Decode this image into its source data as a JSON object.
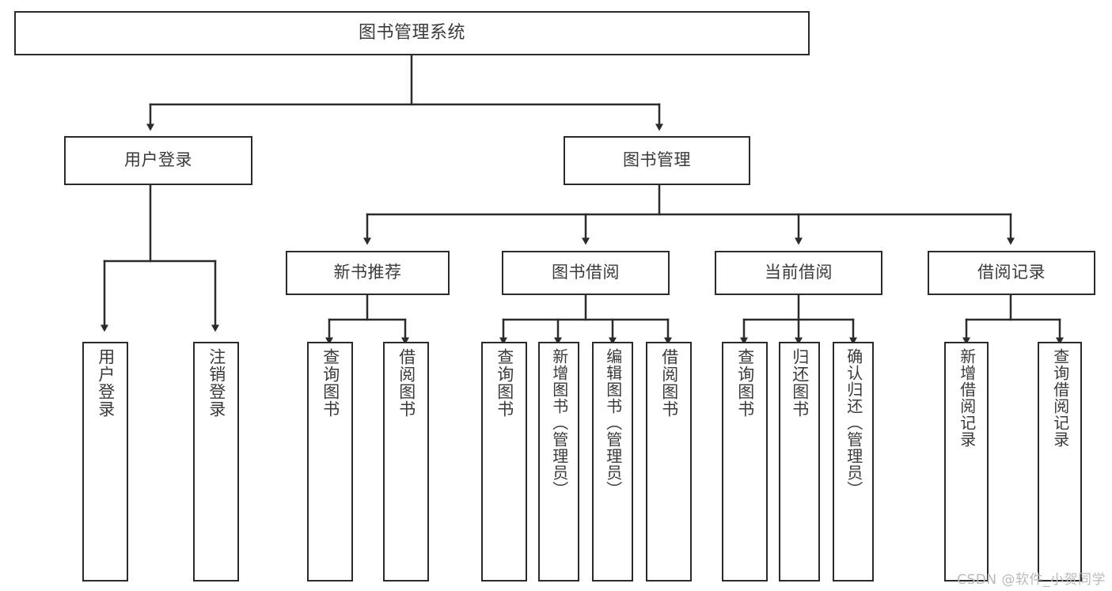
{
  "diagram": {
    "title": "图书管理系统",
    "type": "tree-hierarchy-chart",
    "line_color": "#2b2b2b",
    "box_fill": "#ffffff",
    "text_color": "#3a3a3a"
  },
  "nodes": {
    "root": {
      "label": "图书管理系统"
    },
    "level2": [
      {
        "label": "用户登录"
      },
      {
        "label": "图书管理"
      }
    ],
    "level3": [
      {
        "label": "新书推荐"
      },
      {
        "label": "图书借阅"
      },
      {
        "label": "当前借阅"
      },
      {
        "label": "借阅记录"
      }
    ],
    "leaves": {
      "user_login": [
        {
          "label": "用户登录"
        },
        {
          "label": "注销登录"
        }
      ],
      "new_book_recommend": [
        {
          "label": "查询图书"
        },
        {
          "label": "借阅图书"
        }
      ],
      "book_borrow": [
        {
          "label": "查询图书"
        },
        {
          "label": "新增图书（管理员）"
        },
        {
          "label": "编辑图书（管理员）"
        },
        {
          "label": "借阅图书"
        }
      ],
      "current_borrow": [
        {
          "label": "查询图书"
        },
        {
          "label": "归还图书"
        },
        {
          "label": "确认归还（管理员）"
        }
      ],
      "borrow_record": [
        {
          "label": "新增借阅记录"
        },
        {
          "label": "查询借阅记录"
        }
      ]
    }
  },
  "watermark": {
    "text": "CSDN @软件_小贺同学"
  }
}
